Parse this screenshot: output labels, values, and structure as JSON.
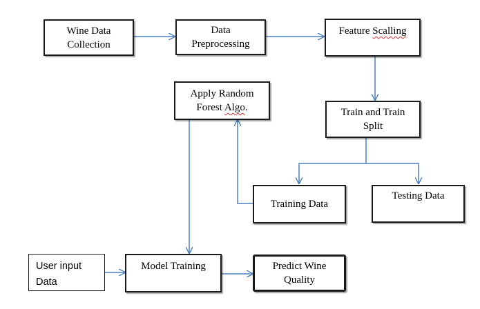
{
  "nodes": {
    "wine_data_collection": {
      "line1": "Wine Data",
      "line2": "Collection"
    },
    "data_preprocessing": {
      "line1": "Data",
      "line2": "Preprocessing"
    },
    "feature_scalling": {
      "word1": "Feature ",
      "word2": "Scalling"
    },
    "train_and_train_split": {
      "line1": "Train and Train",
      "line2": "Split"
    },
    "apply_random_forest": {
      "line1": "Apply Random",
      "line2a": "Forest ",
      "line2b": "Algo",
      "line2c": "."
    },
    "training_data": {
      "label": "Training Data"
    },
    "testing_data": {
      "label": "Testing Data"
    },
    "user_input_data": {
      "line1": "User input",
      "line2": "Data"
    },
    "model_training": {
      "label": "Model Training"
    },
    "predict_wine_quality": {
      "line1": "Predict Wine",
      "line2": "Quality"
    }
  },
  "colors": {
    "arrow": "#4a7ebb",
    "box_border": "#1a1a1a",
    "spell_underline": "#dd3333"
  }
}
